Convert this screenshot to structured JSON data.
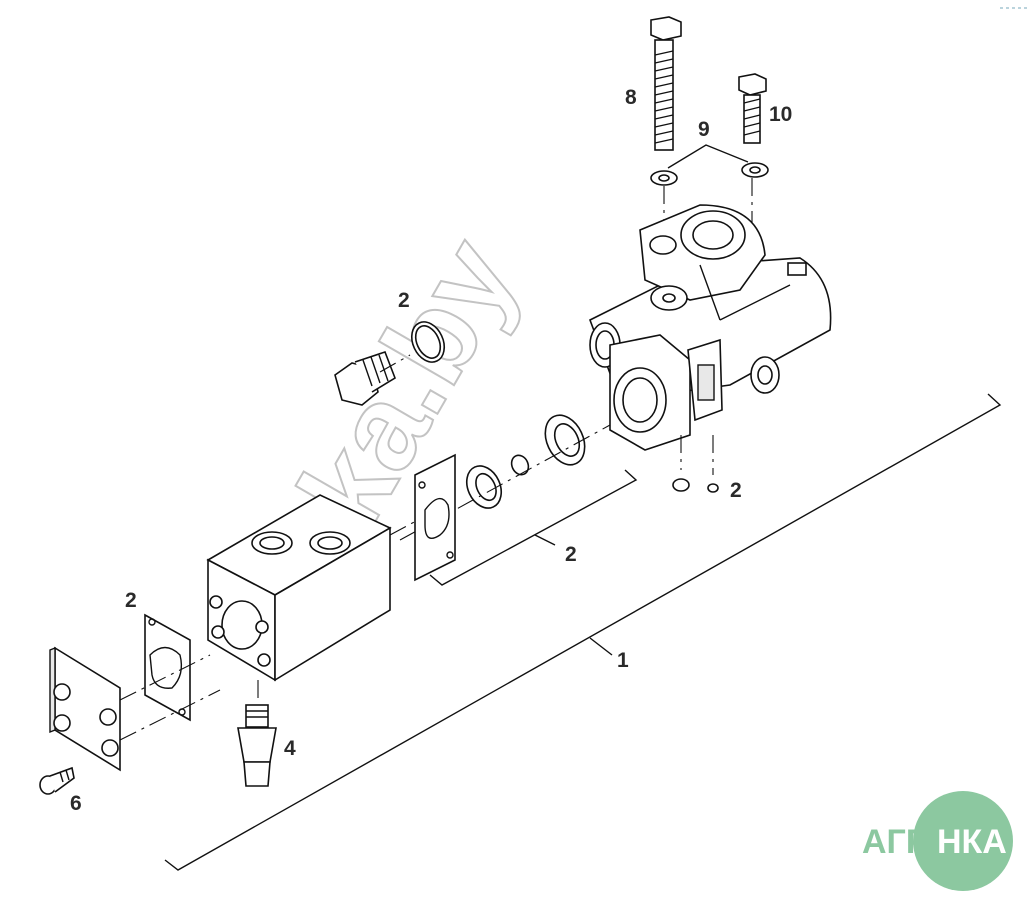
{
  "callouts": {
    "c1": "1",
    "c2a": "2",
    "c2b": "2",
    "c2c": "2",
    "c2d": "2",
    "c4": "4",
    "c6": "6",
    "c8": "8",
    "c9": "9",
    "c10": "10"
  },
  "watermark": "nka.by",
  "logo": {
    "left": "АГРО",
    "right": "НКА",
    "color": "#8cc8a0"
  }
}
